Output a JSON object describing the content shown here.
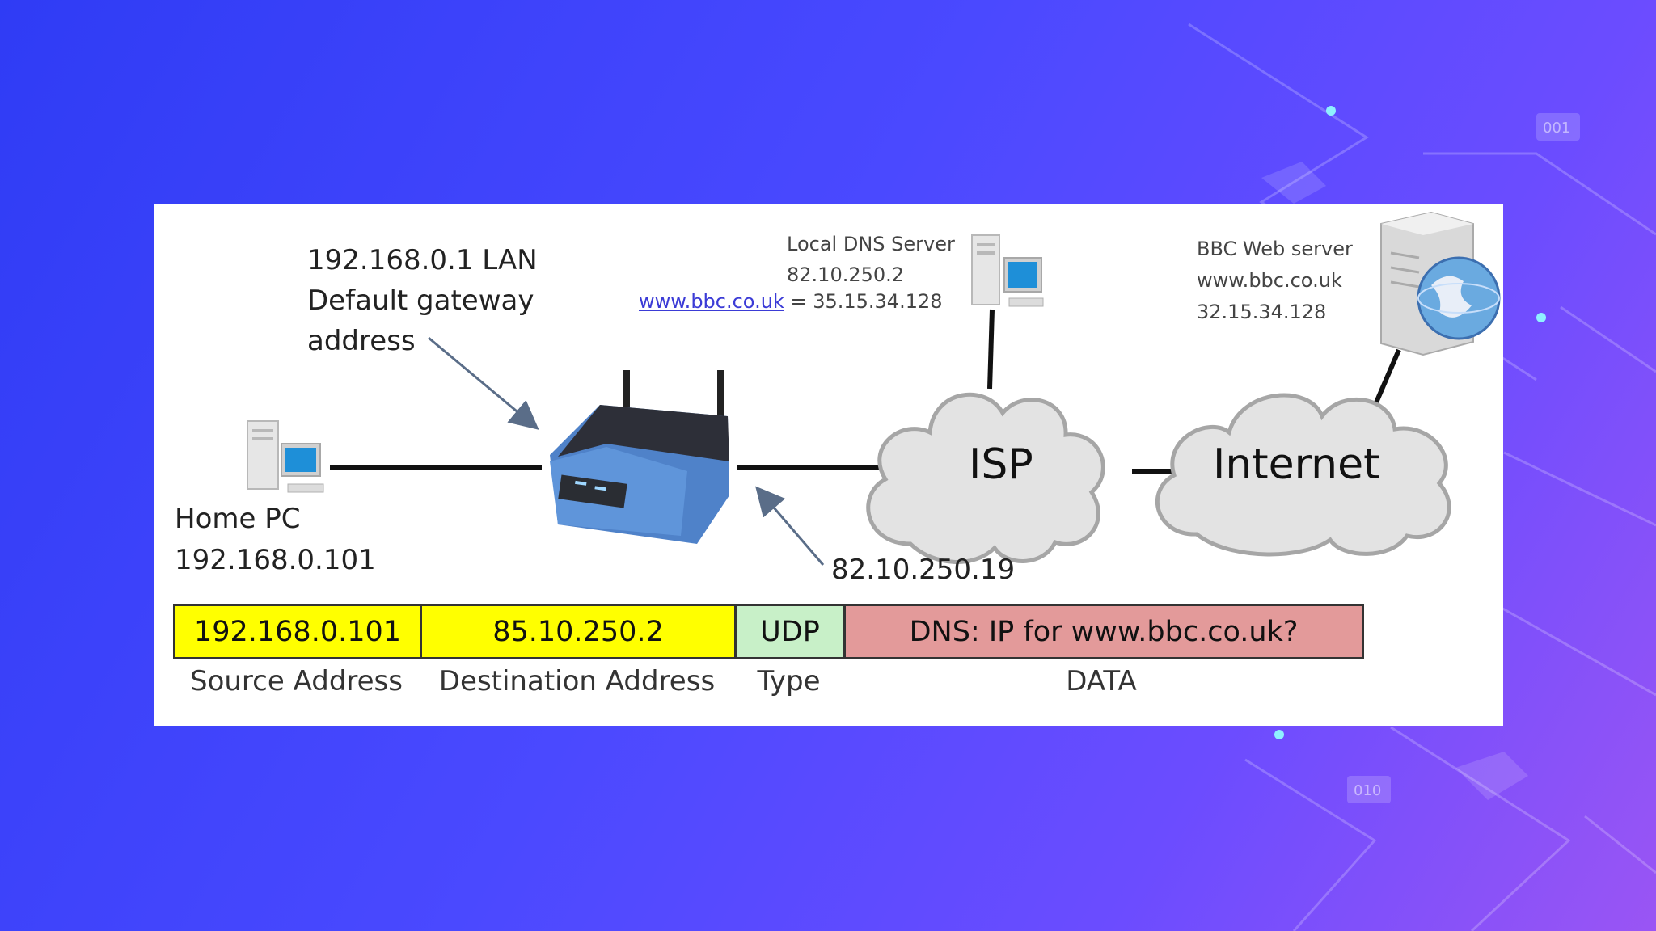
{
  "gateway_lines": [
    "192.168.0.1 LAN",
    "Default gateway",
    "address"
  ],
  "home_pc": {
    "name": "Home PC",
    "ip": "192.168.0.101"
  },
  "local_dns": {
    "title": "Local DNS Server",
    "ip": "82.10.250.2",
    "mapping_domain": "www.bbc.co.uk",
    "mapping_rest": "= 35.15.34.128"
  },
  "bbc_server": {
    "title": "BBC Web server",
    "domain": "www.bbc.co.uk",
    "ip": "32.15.34.128"
  },
  "wan_ip": "82.10.250.19",
  "clouds": {
    "isp": "ISP",
    "internet": "Internet"
  },
  "packet": {
    "fields": [
      {
        "value": "192.168.0.101",
        "label": "Source Address",
        "color": "#ffff00"
      },
      {
        "value": "85.10.250.2",
        "label": "Destination Address",
        "color": "#ffff00"
      },
      {
        "value": "UDP",
        "label": "Type",
        "color": "#c8f0c8"
      },
      {
        "value": "DNS: IP for www.bbc.co.uk?",
        "label": "DATA",
        "color": "#e39a9a"
      }
    ]
  },
  "icons": [
    "computer-icon",
    "router-icon",
    "server-icon",
    "globe-icon",
    "cloud-icon"
  ],
  "decor_labels": [
    "001",
    "010"
  ]
}
